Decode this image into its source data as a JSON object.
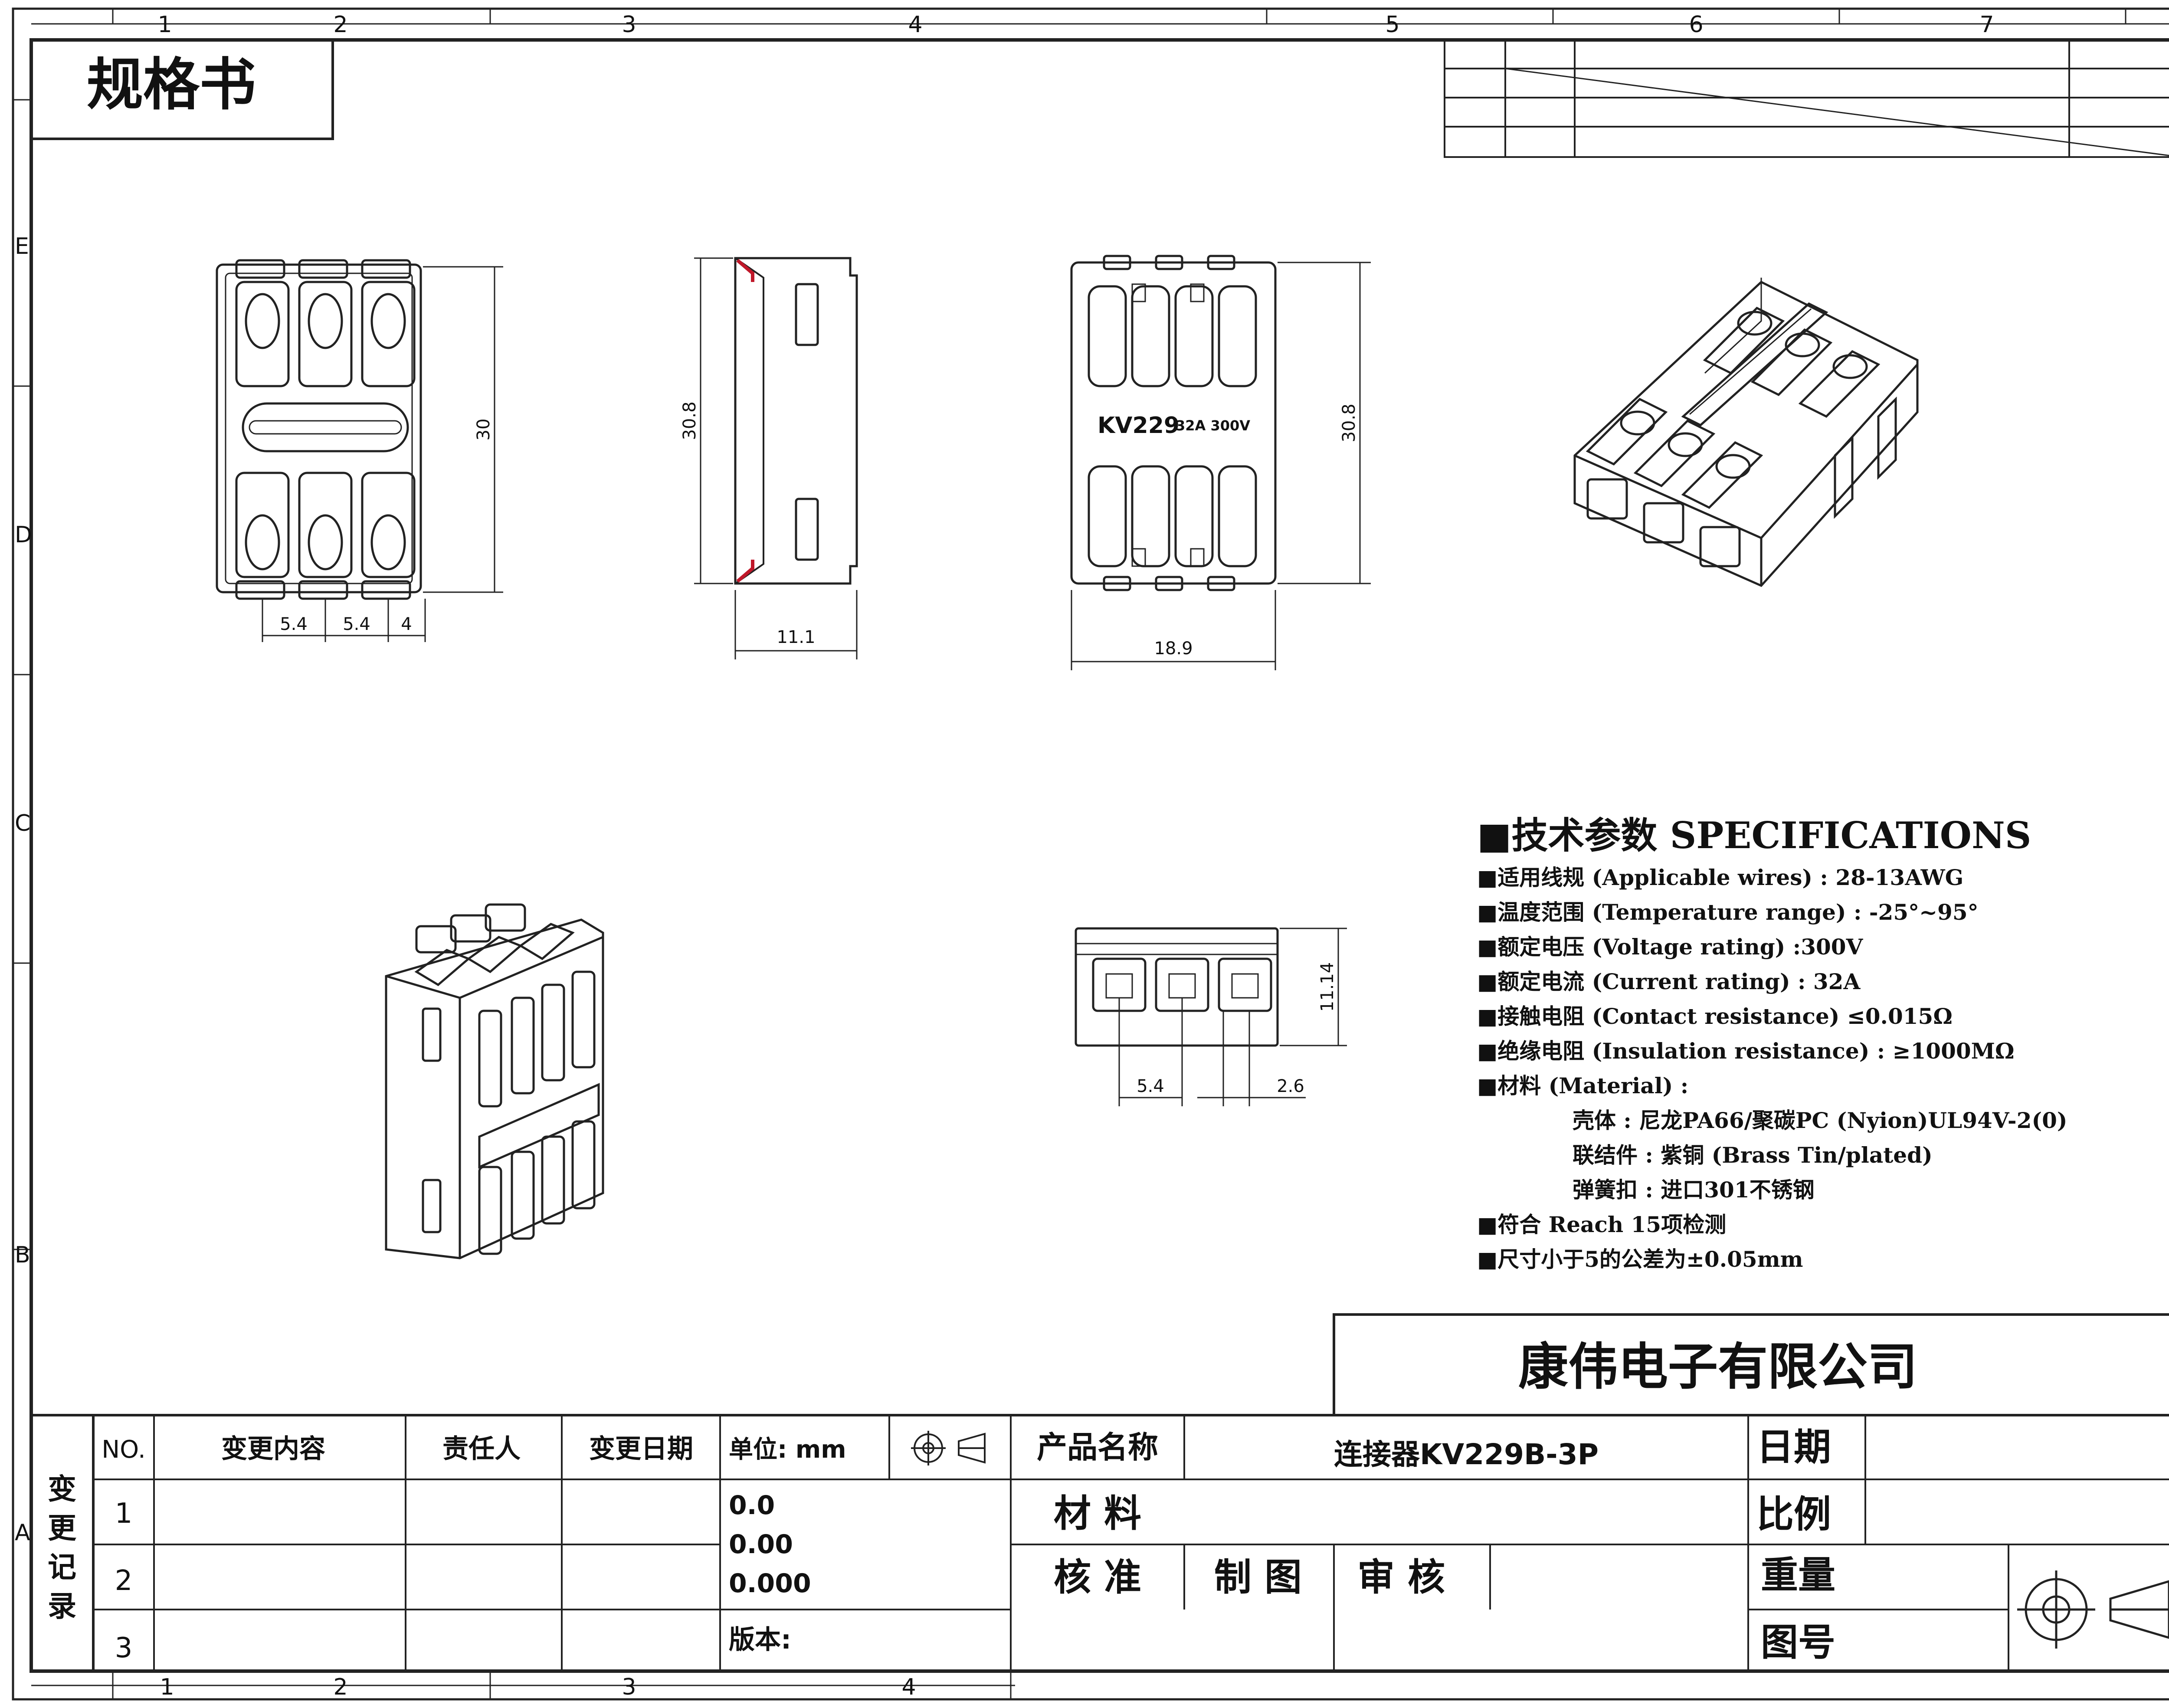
{
  "title": "规格书",
  "grid": {
    "top_cols": [
      "1",
      "2",
      "3",
      "4",
      "5",
      "6",
      "7"
    ],
    "bottom_cols": [
      "1",
      "2",
      "3",
      "4"
    ],
    "rows": [
      "E",
      "D",
      "C",
      "B",
      "A"
    ]
  },
  "dimensions": {
    "front_height": "30",
    "front_pitch_1": "5.4",
    "front_pitch_2": "5.4",
    "front_end": "4",
    "side_height": "30.8",
    "side_width": "11.1",
    "back_height": "30.8",
    "back_width": "18.9",
    "back_label_model": "KV229",
    "back_label_rating": "32A 300V",
    "end_height": "11.14",
    "end_pitch": "5.4",
    "end_gap": "2.6"
  },
  "specs": {
    "heading": "■技术参数  SPECIFICATIONS",
    "lines": [
      "■适用线规  (Applicable wires)  : 28-13AWG",
      "■温度范围  (Temperature range) : -25°~95°",
      "■额定电压  (Voltage rating) :300V",
      "■额定电流  (Current rating)  : 32A",
      "■接触电阻  (Contact resistance) ≤0.015Ω",
      "■绝缘电阻  (Insulation resistance) : ≥1000MΩ",
      "■材料 (Material) :"
    ],
    "material_lines": [
      "壳体  : 尼龙PA66/聚碳PC (Nyion)UL94V-2(0)",
      "联结件 : 紫铜 (Brass  Tin/plated)",
      "弹簧扣 : 进口301不锈钢"
    ],
    "footer_lines": [
      "■符合 Reach  15项检测",
      "■尺寸小于5的公差为±0.05mm"
    ]
  },
  "company": "康伟电子有限公司",
  "title_block": {
    "change_record_label": [
      "变",
      "更",
      "记",
      "录"
    ],
    "col_no": "NO.",
    "col_content": "变更内容",
    "col_person": "责任人",
    "col_date": "变更日期",
    "unit_label": "单位: mm",
    "rows": [
      "1",
      "2",
      "3"
    ],
    "tolerances": [
      "0.0",
      "0.00",
      "0.000"
    ],
    "version_label": "版本:",
    "product_name_label": "产品名称",
    "product_name": "连接器KV229B-3P",
    "material_label": "材 料",
    "approve_label": "核 准",
    "drawn_label": "制 图",
    "review_label": "审 核",
    "date_label": "日期",
    "scale_label": "比例",
    "weight_label": "重量",
    "drawing_no_label": "图号"
  },
  "icons": [
    "third-angle-projection-icon"
  ]
}
